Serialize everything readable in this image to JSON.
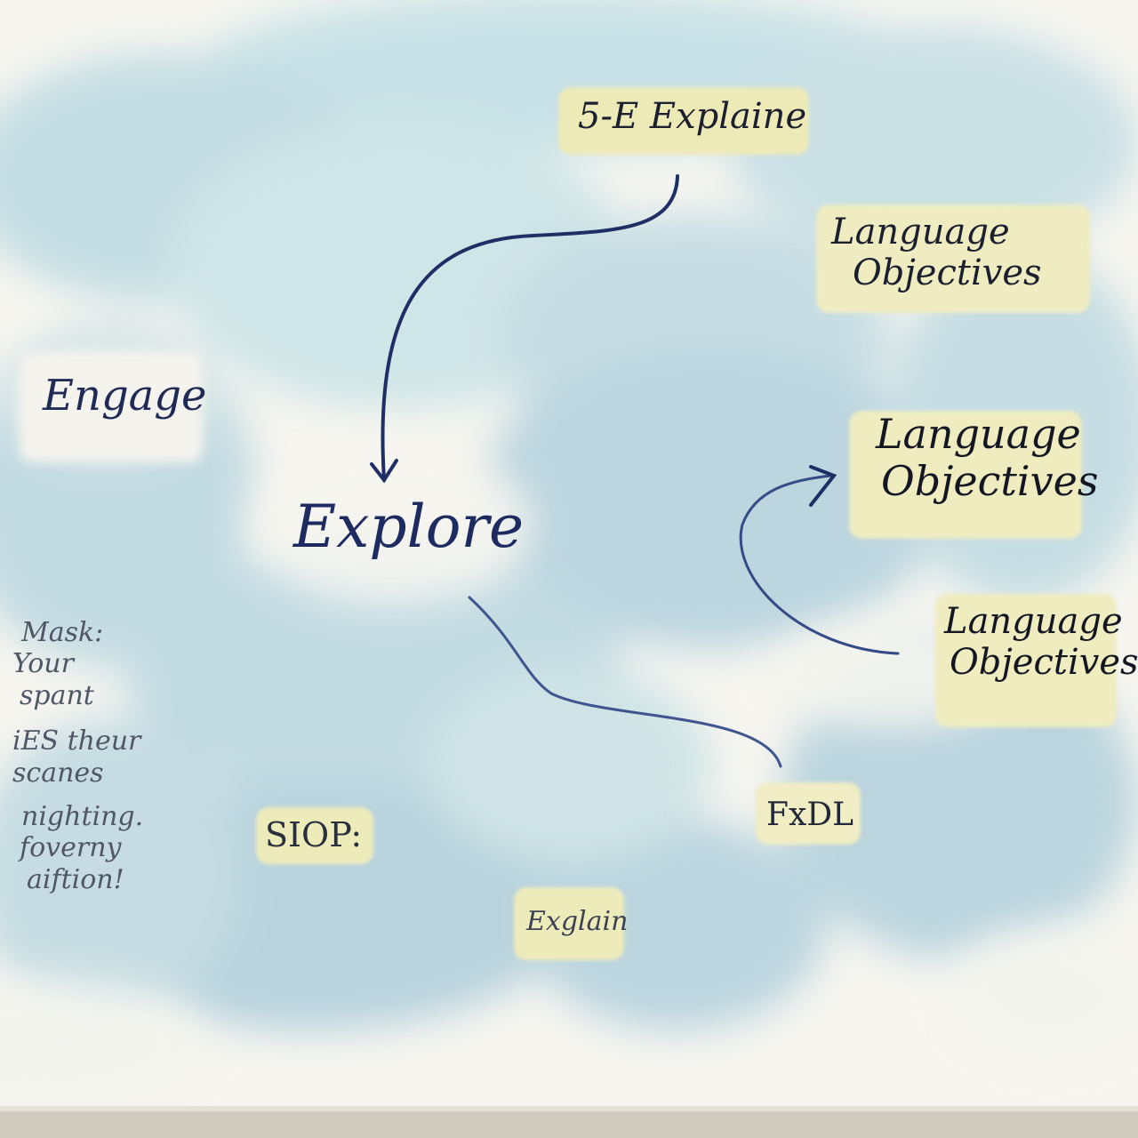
{
  "colors": {
    "paper": "#f6f5f0",
    "watercolor_blue": "#a9cfdc",
    "highlight_yellow": "#eeeab8",
    "ink_dark": "#1b1f2e",
    "ink_navy": "#1f2f66",
    "ink_gray": "#4f5766"
  },
  "labels": {
    "explain_title": "5-E Explaine",
    "lang_obj_top": [
      "Language",
      "Objectives"
    ],
    "lang_obj_mid": [
      "Language",
      "Objectives"
    ],
    "lang_obj_bottom": [
      "Language",
      "Objectives"
    ],
    "engage": "Engage",
    "explore": "Explore",
    "siop": "SIOP:",
    "fxdl": "FxDL",
    "explain_small": "Exglain"
  },
  "side_note": [
    "Mask:",
    "Your",
    "spant",
    "iES theur",
    "scanes",
    "nighting.",
    "foverny",
    "aiftion!"
  ]
}
